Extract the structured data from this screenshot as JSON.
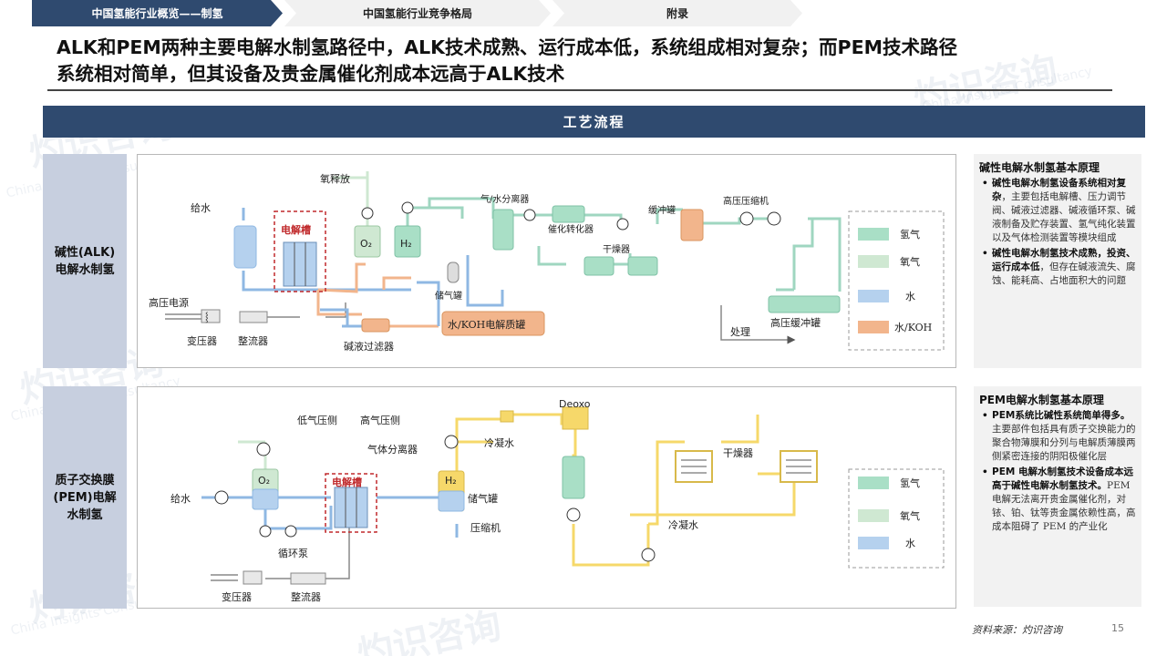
{
  "tabs": [
    {
      "label": "中国氢能行业概览——制氢"
    },
    {
      "label": "中国氢能行业竞争格局"
    },
    {
      "label": "附录"
    }
  ],
  "headline": {
    "line1": "ALK和PEM两种主要电解水制氢路径中，ALK技术成熟、运行成本低，系统组成相对复杂；而PEM技术路径",
    "line2": "系统相对简单，但其设备及贵金属催化剂成本远高于ALK技术"
  },
  "banner": {
    "title": "工艺流程"
  },
  "rows": {
    "alk": {
      "label_lines": [
        "碱性(ALK)",
        "电解水制氢"
      ]
    },
    "pem": {
      "label_lines": [
        "质子交换膜",
        "(PEM)电解",
        "水制氢"
      ]
    }
  },
  "alk_diagram": {
    "labels": {
      "water_feed": "给水",
      "oxygen_release": "氧释放",
      "electrolyzer": "电解槽",
      "o2": "O₂",
      "h2": "H₂",
      "gas_water_separator": "气/水分离器",
      "catalytic_converter": "催化转化器",
      "buffer_tank": "缓冲罐",
      "hp_compressor": "高压压缩机",
      "dryer": "干燥器",
      "gas_storage": "储气罐",
      "hv_power": "高压电源",
      "transformer": "变压器",
      "rectifier": "整流器",
      "koh_tank": "水/KOH电解质罐",
      "lye_filter": "碱液过滤器",
      "treatment": "处理",
      "hp_buffer_tank": "高压缓冲罐"
    },
    "legend": [
      {
        "label": "氢气",
        "color": "#a9dfc6"
      },
      {
        "label": "氧气",
        "color": "#cfe8d2"
      },
      {
        "label": "水",
        "color": "#b5d1ee"
      },
      {
        "label": "水/KOH",
        "color": "#f2b58c"
      }
    ]
  },
  "pem_diagram": {
    "labels": {
      "low_pressure_side": "低气压侧",
      "high_pressure_side": "高气压侧",
      "gas_separator": "气体分离器",
      "o2": "O₂",
      "h2": "H₂",
      "electrolyzer": "电解槽",
      "water_feed": "给水",
      "circulation_pump": "循环泵",
      "gas_storage": "储气罐",
      "compressor": "压缩机",
      "condensate_1": "冷凝水",
      "condensate_2": "冷凝水",
      "deoxo": "Deoxo",
      "dryer": "干燥器",
      "transformer": "变压器",
      "rectifier": "整流器"
    },
    "legend": [
      {
        "label": "氢气",
        "color": "#a9dfc6"
      },
      {
        "label": "氧气",
        "color": "#cfe8d2"
      },
      {
        "label": "水",
        "color": "#b5d1ee"
      }
    ]
  },
  "colors": {
    "hydrogen_line": "#f6d86a",
    "water_line": "#8fb8e3",
    "koh_line": "#f2b58c",
    "green_line": "#9fd6c0",
    "dark_navy": "#2f4a6f",
    "electrolyzer_border": "#c0292b"
  },
  "alk_notes": {
    "title": "碱性电解水制氢基本原理",
    "items": [
      {
        "bold": "碱性电解水制氢设备系统相对复杂",
        "text": "，主要包括电解槽、压力调节阀、碱液过滤器、碱液循环泵、碱液制备及贮存装置、氢气纯化装置以及气体检测装置等模块组成"
      },
      {
        "bold": "碱性电解水制氢技术成熟，投资、运行成本低",
        "text": "，但存在碱液流失、腐蚀、能耗高、占地面积大的问题"
      }
    ]
  },
  "pem_notes": {
    "title": "PEM电解水制氢基本原理",
    "items": [
      {
        "bold": "PEM系统比碱性系统简单得多。",
        "text": "主要部件包括具有质子交换能力的聚合物薄膜和分列与电解质薄膜两侧紧密连接的阴阳极催化层"
      },
      {
        "bold": "PEM 电解水制氢技术设备成本远高于碱性电解水制氢技术。",
        "text": "PEM 电解无法离开贵金属催化剂，对铱、铂、钛等贵金属依赖性高，高成本阻碍了 PEM 的产业化"
      }
    ]
  },
  "footer": {
    "source": "资料来源：灼识咨询",
    "page": "15"
  },
  "watermark": {
    "cn": "灼识咨询",
    "en": "China Insights Consultancy"
  }
}
